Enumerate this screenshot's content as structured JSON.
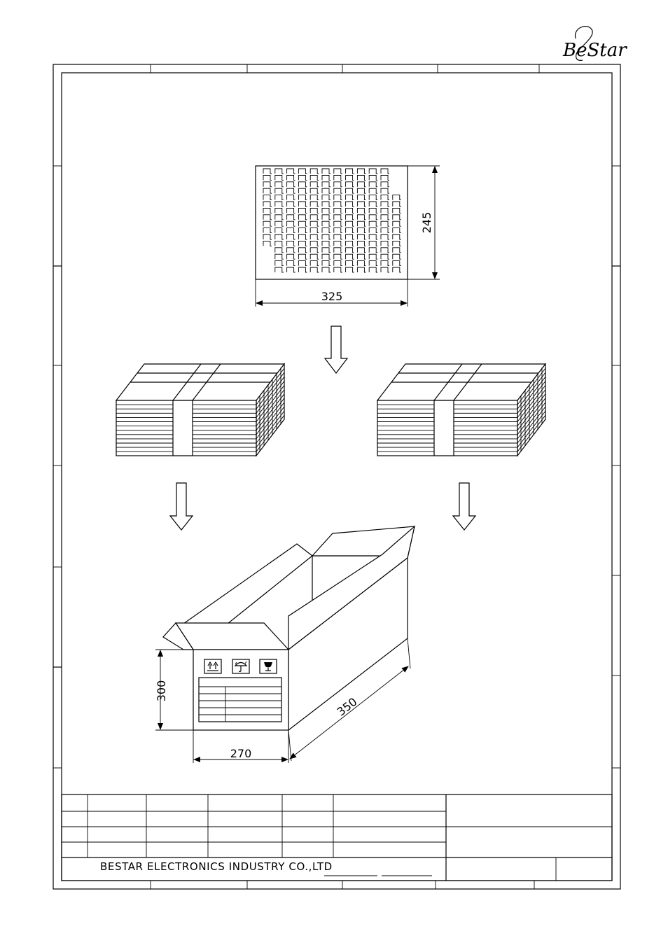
{
  "logo": {
    "text": "BeStar"
  },
  "dimensions": {
    "tray_height": "245",
    "tray_width": "325",
    "box_height": "300",
    "box_width": "270",
    "box_length": "350"
  },
  "title_block": {
    "company": "BESTAR ELECTRONICS INDUSTRY CO.,LTD"
  },
  "icons": [
    "this-way-up-icon",
    "keep-dry-icon",
    "fragile-icon"
  ]
}
